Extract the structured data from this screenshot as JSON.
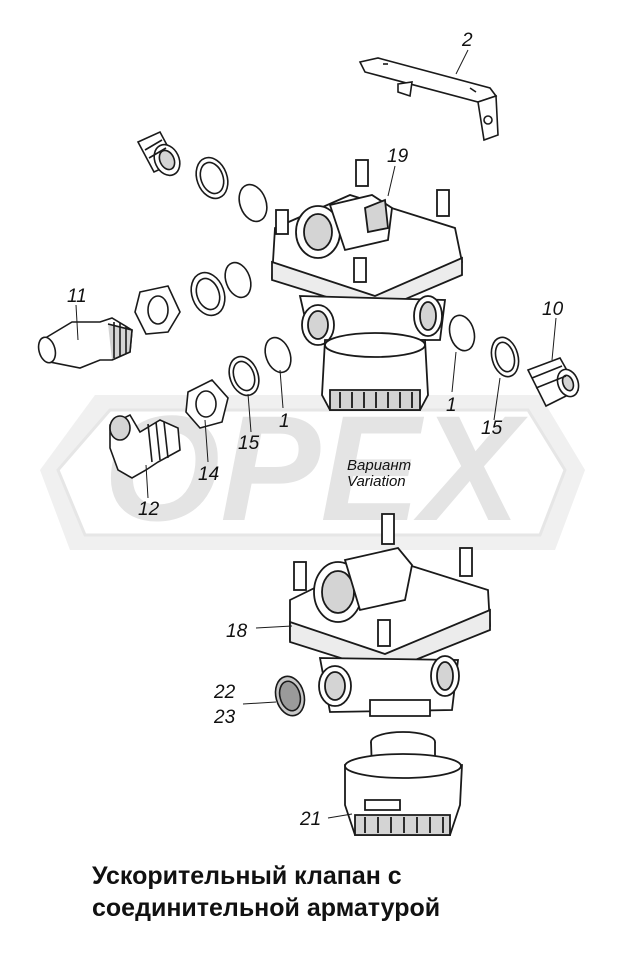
{
  "watermark": {
    "text": "OPEX",
    "color": "#e9e9e9"
  },
  "variant": {
    "line1": "Вариант",
    "line2": "Variation"
  },
  "callouts": [
    "2",
    "19",
    "11",
    "10",
    "1",
    "1",
    "15",
    "15",
    "14",
    "12",
    "18",
    "22",
    "23",
    "21"
  ],
  "caption": {
    "line1": "Ускорительный клапан с",
    "line2": "соединительной арматурой"
  },
  "colors": {
    "line": "#1a1a1a",
    "fill": "#ffffff",
    "shade": "#d4d4d4",
    "watermark": "#e9e9e9"
  }
}
